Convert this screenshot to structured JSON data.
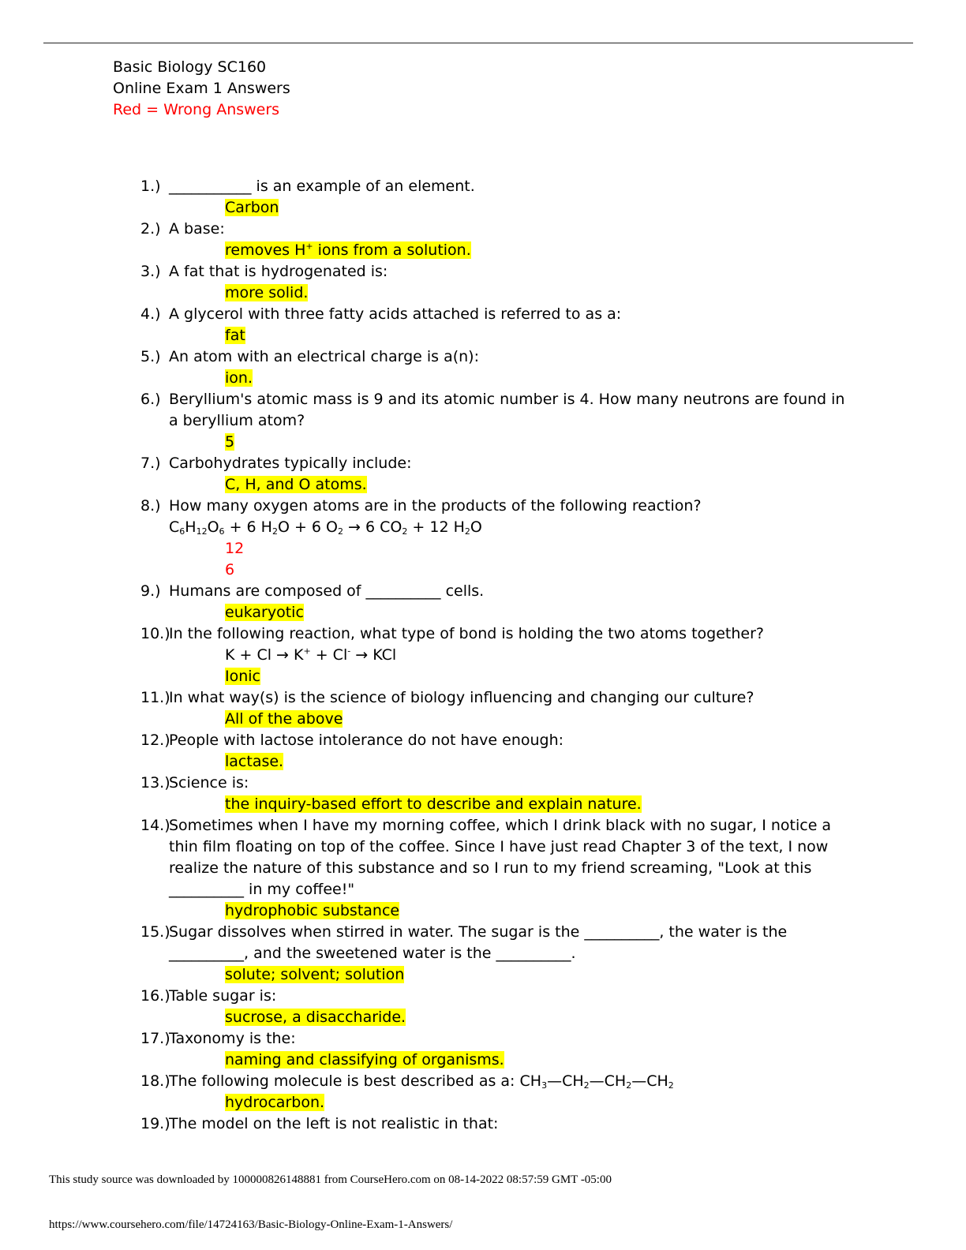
{
  "header": {
    "course": "Basic Biology SC160",
    "exam": "Online Exam 1 Answers",
    "legend": "Red = Wrong Answers"
  },
  "questions": [
    {
      "num": "1.)",
      "text": "___________ is an example of an element.",
      "answer": "Carbon"
    },
    {
      "num": "2.)",
      "text": "A base:",
      "answer_pre": "removes H",
      "answer_sup": "+",
      "answer_post": " ions from a solution."
    },
    {
      "num": "3.)",
      "text": "A fat that is hydrogenated is:",
      "answer": "more solid."
    },
    {
      "num": "4.)",
      "text": "A glycerol with three fatty acids attached is referred to as a:",
      "answer": "fat"
    },
    {
      "num": "5.)",
      "text": "An atom with an electrical charge is a(n):",
      "answer": "ion."
    },
    {
      "num": "6.)",
      "text": "Beryllium's atomic mass is 9 and its atomic number is 4. How many neutrons are found in a beryllium atom?",
      "answer": "5"
    },
    {
      "num": "7.)",
      "text": "Carbohydrates typically include:",
      "answer": "C, H, and O atoms."
    },
    {
      "num": "8.)",
      "text": "How many oxygen atoms are in the products of the following reaction?",
      "wrong1": "12",
      "wrong2": "6"
    },
    {
      "num": "9.)",
      "text": "Humans are composed of __________ cells.",
      "answer": "eukaryotic"
    },
    {
      "num": "10.)",
      "text": "In the following reaction, what type of bond is holding the two atoms together?",
      "answer": "Ionic"
    },
    {
      "num": "11.)",
      "text": "In what way(s) is the science of biology influencing and changing our culture?",
      "answer": "All of the above"
    },
    {
      "num": "12.)",
      "text": "People with lactose intolerance do not have enough:",
      "answer": "lactase."
    },
    {
      "num": "13.)",
      "text": "Science is:",
      "answer": "the inquiry-based effort to describe and explain nature."
    },
    {
      "num": "14.)",
      "text": "Sometimes when I have my morning coffee, which I drink black with no sugar, I notice a thin film floating on top of the coffee. Since I have just read Chapter 3 of the text, I now realize the nature of this substance and so I run to my friend screaming, \"Look at this __________ in my coffee!\"",
      "answer": "hydrophobic substance"
    },
    {
      "num": "15.)",
      "text": "Sugar dissolves when stirred in water. The sugar is the __________, the water is the __________, and the sweetened water is the __________.",
      "answer": "solute; solvent; solution"
    },
    {
      "num": "16.)",
      "text": "Table sugar is:",
      "answer": "sucrose, a disaccharide."
    },
    {
      "num": "17.)",
      "text": "Taxonomy is the:",
      "answer": "naming and classifying of organisms."
    },
    {
      "num": "18.)",
      "text": "The following molecule is best described as a: ",
      "answer": "hydrocarbon."
    },
    {
      "num": "19.)",
      "text": "The model on the left is not realistic in that:"
    }
  ],
  "footer": {
    "source": "This study source was downloaded by 100000826148881 from CourseHero.com on 08-14-2022 08:57:59 GMT -05:00",
    "url": "https://www.coursehero.com/file/14724163/Basic-Biology-Online-Exam-1-Answers/"
  }
}
